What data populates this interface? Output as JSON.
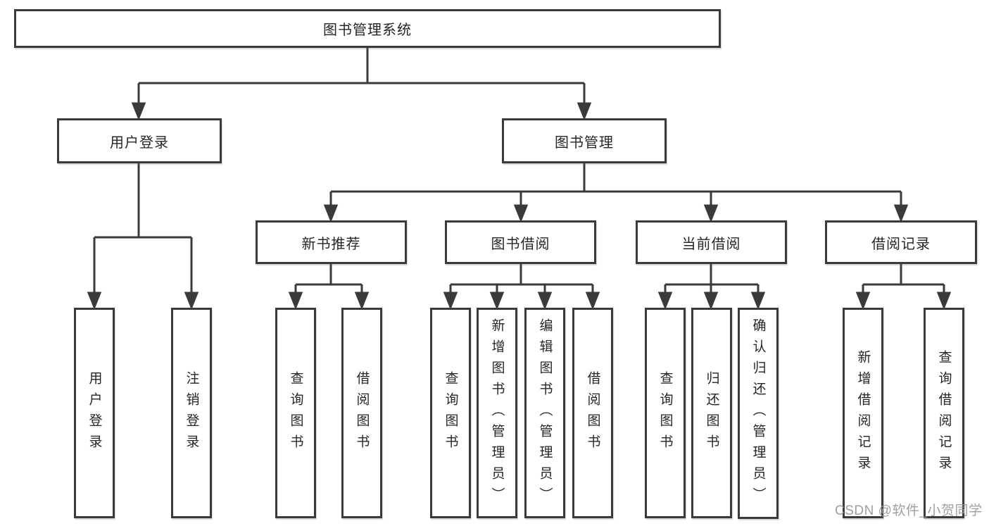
{
  "tree": {
    "root": "图书管理系统",
    "branches": [
      {
        "label": "用户登录",
        "children": [
          "用户登录",
          "注销登录"
        ]
      },
      {
        "label": "图书管理",
        "sections": [
          {
            "label": "新书推荐",
            "children": [
              "查询图书",
              "借阅图书"
            ]
          },
          {
            "label": "图书借阅",
            "children": [
              "查询图书",
              "新增图书（管理员）",
              "编辑图书（管理员）",
              "借阅图书"
            ]
          },
          {
            "label": "当前借阅",
            "children": [
              "查询图书",
              "归还图书",
              "确认归还（管理员）"
            ]
          },
          {
            "label": "借阅记录",
            "children": [
              "新增借阅记录",
              "查询借阅记录"
            ]
          }
        ]
      }
    ]
  },
  "watermark": {
    "text": "CSDN @软件_小贺同学"
  },
  "colors": {
    "line": "#3a3a3a",
    "box_border": "#3a3a3a",
    "box_background": "#ffffff",
    "text": "#262626",
    "watermark": "#9b9b9b",
    "page_background": "#ffffff"
  }
}
